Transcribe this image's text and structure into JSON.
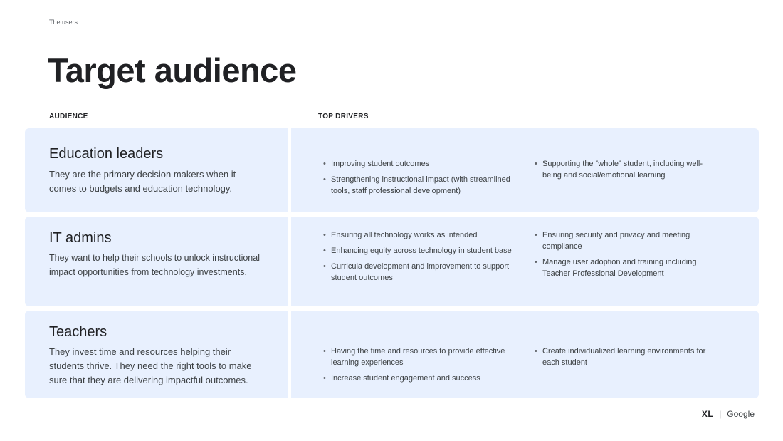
{
  "eyebrow": "The users",
  "title": "Target audience",
  "headers": {
    "audience": "AUDIENCE",
    "drivers": "TOP DRIVERS"
  },
  "rows": [
    {
      "name": "Education leaders",
      "description": "They are the primary decision makers when it comes to budgets and education technology.",
      "drivers_col1": [
        "Improving student outcomes",
        "Strengthening instructional impact (with streamlined tools, staff professional development)"
      ],
      "drivers_col2": [
        "Supporting the “whole” student, including well-being and social/emotional learning"
      ]
    },
    {
      "name": "IT admins",
      "description": "They want to help their schools to unlock instructional impact opportunities from technology investments.",
      "drivers_col1": [
        "Ensuring all technology works as intended",
        "Enhancing equity across technology in student base",
        "Curricula development and improvement to support student outcomes"
      ],
      "drivers_col2": [
        "Ensuring security and privacy and meeting compliance",
        "Manage user adoption and training including Teacher Professional Development"
      ]
    },
    {
      "name": "Teachers",
      "description": "They invest time and resources helping their students thrive. They need the right tools to make sure that they are delivering impactful outcomes.",
      "drivers_col1": [
        "Having the time and resources to provide effective learning experiences",
        "Increase student engagement and success"
      ],
      "drivers_col2": [
        "Create individualized learning environments for each student"
      ]
    }
  ],
  "footer": {
    "brand": "XL",
    "separator": "|",
    "partner": "Google"
  }
}
